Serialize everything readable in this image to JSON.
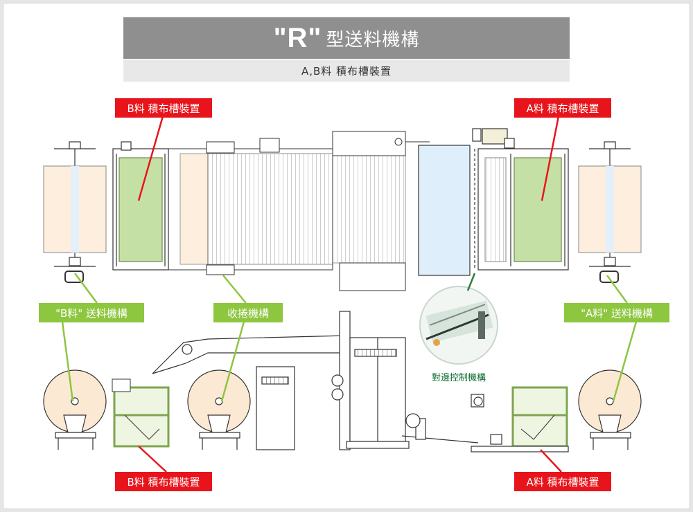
{
  "header": {
    "title_big": "\"R\"",
    "title_rest": "型送料機構",
    "subtitle": "A,B料 積布槽裝置"
  },
  "labels": {
    "b_tank_top": "B料 積布槽裝置",
    "a_tank_top": "A料 積布槽裝置",
    "b_feed": "\"B料\" 送料機構",
    "takeup": "收捲機構",
    "a_feed": "\"A料\" 送料機構",
    "edge_control": "對邊控制機構",
    "b_tank_bottom": "B料 積布槽裝置",
    "a_tank_bottom": "A料 積布槽裝置"
  },
  "colors": {
    "red_tag": "#e8141b",
    "green_tag": "#8dc63f",
    "fabric_green": "#c5e0a5",
    "fabric_peach": "#fdeedd",
    "roll_peach": "#fbe9d3",
    "frame_green": "#b6d98a",
    "panel_blue": "#dfeefb"
  }
}
